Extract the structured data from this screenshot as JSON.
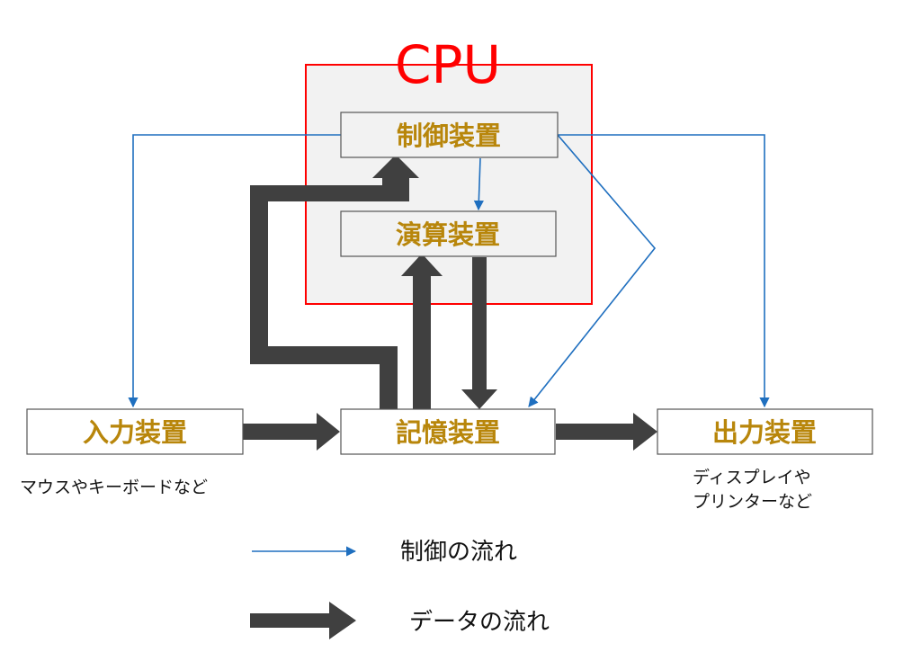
{
  "cpu": {
    "title": "CPU",
    "border_color": "#ff0000",
    "fill_color": "#f2f2f2"
  },
  "boxes": {
    "control_unit": "制御装置",
    "arithmetic_unit": "演算装置",
    "input_device": "入力装置",
    "memory_device": "記憶装置",
    "output_device": "出力装置"
  },
  "notes": {
    "input_examples": "マウスやキーボードなど",
    "output_examples_line1": "ディスプレイや",
    "output_examples_line2": "プリンターなど"
  },
  "legend": {
    "control_flow": "制御の流れ",
    "data_flow": "データの流れ"
  },
  "colors": {
    "control_arrow": "#1f6fbf",
    "data_arrow": "#404040",
    "box_label": "#b8860b",
    "box_border": "#555555"
  }
}
